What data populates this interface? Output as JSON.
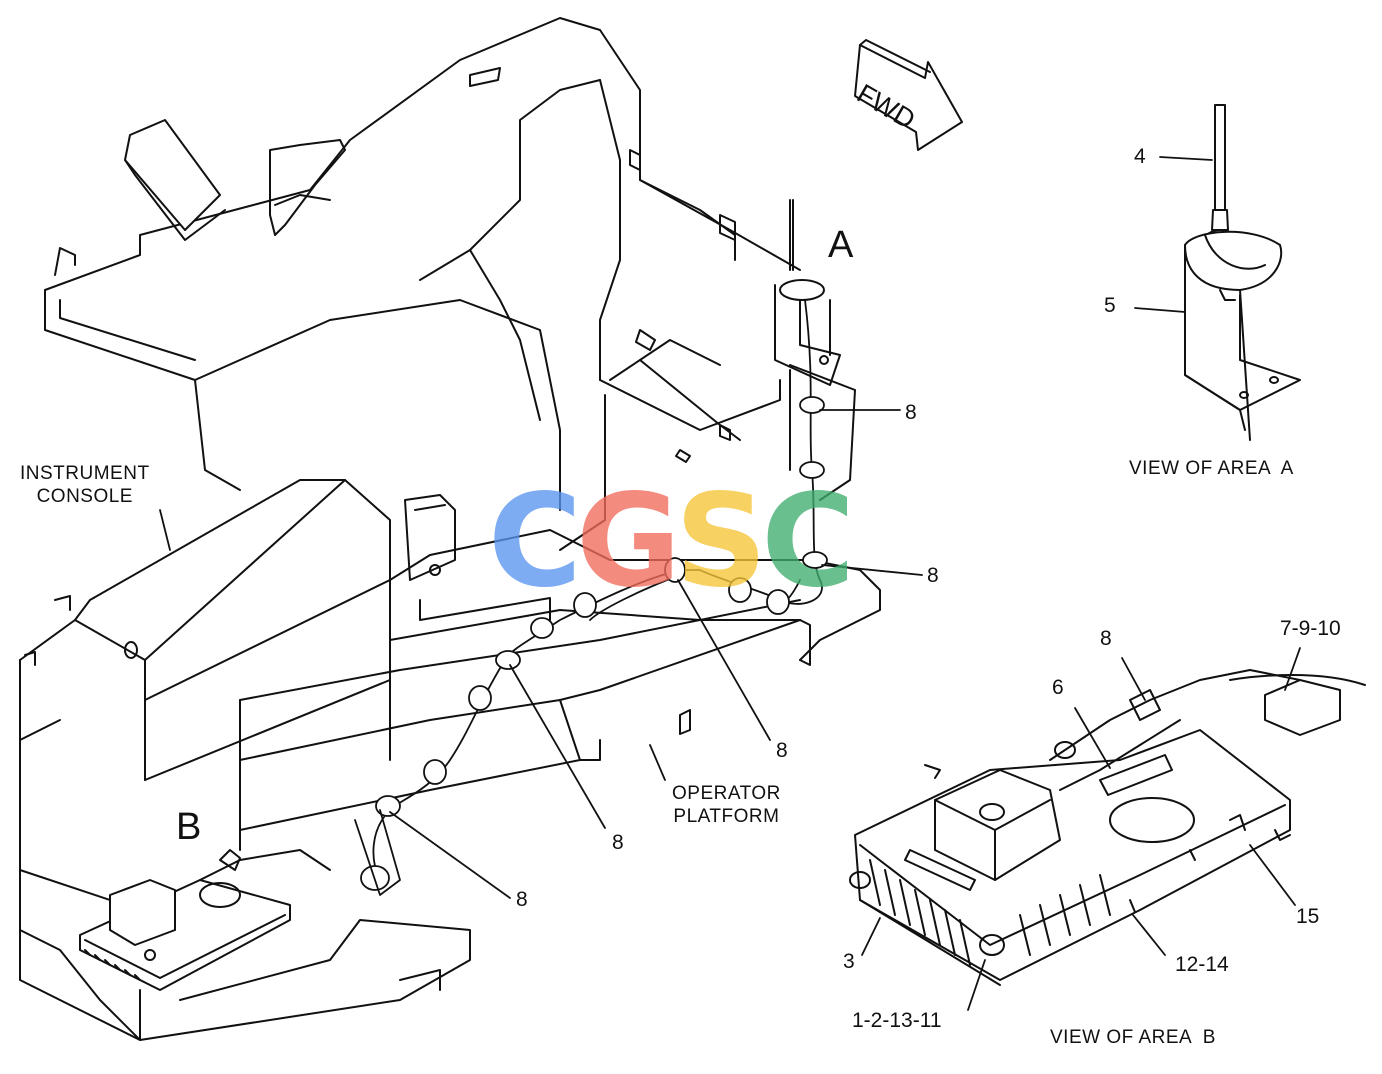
{
  "labels": {
    "fwd": "FWD",
    "area_a": "A",
    "area_b": "B",
    "instrument_console_line1": "INSTRUMENT",
    "instrument_console_line2": "CONSOLE",
    "operator_platform_line1": "OPERATOR",
    "operator_platform_line2": "PLATFORM",
    "view_a": "VIEW OF AREA  A",
    "view_b": "VIEW OF AREA  B"
  },
  "callouts": {
    "c_8_a": "8",
    "c_8_b": "8",
    "c_8_c": "8",
    "c_8_d": "8",
    "c_8_e": "8",
    "c_8_f": "8",
    "c_4": "4",
    "c_5": "5",
    "c_6": "6",
    "c_7_9_10": "7-9-10",
    "c_3": "3",
    "c_15": "15",
    "c_12_14": "12-14",
    "c_1_2_13_11": "1-2-13-11"
  },
  "watermark": {
    "letters": [
      "C",
      "G",
      "S",
      "C"
    ],
    "colors": [
      "#5b95f0",
      "#f06b5c",
      "#f5c535",
      "#3fae6e"
    ]
  }
}
